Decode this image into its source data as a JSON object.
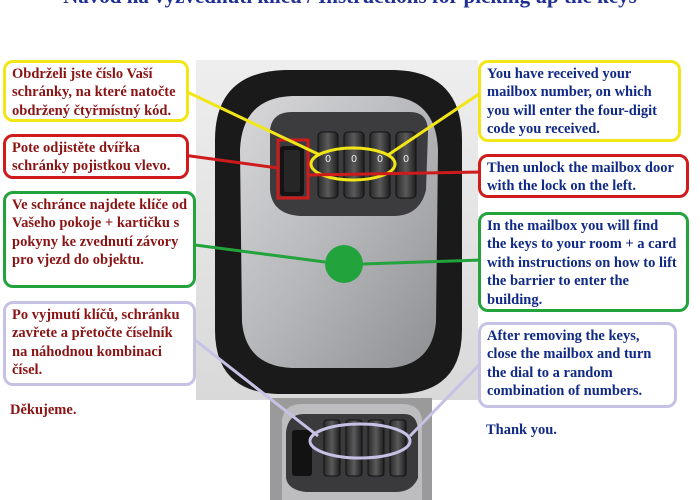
{
  "title": "Návod na vyzvednutí klíčů / Instructions for picking up the keys",
  "colors": {
    "title": "#1f2f8f",
    "czech_text": "#8a1414",
    "english_text": "#102a86",
    "yellow": "#f2e617",
    "red": "#cf1b1b",
    "green": "#22a33c",
    "lavender": "#c6c2e6"
  },
  "czech": {
    "step1": "Obdrželi jste číslo Vaší schránky, na které natočte obdržený čtyřmístný kód.",
    "step2": "Pote odjistěte dvířka schránky pojistkou vlevo.",
    "step3": "Ve schránce najdete klíče od Vašeho pokoje + kartičku s pokyny ke zvednutí závory pro vjezd do objektu.",
    "step4": "Po vyjmutí klíčů, schránku zavřete a přetočte číselník na náhodnou kombinaci čísel.",
    "thanks": "Děkujeme."
  },
  "english": {
    "step1": "You have received your mailbox number, on which you will enter the four-digit code you received.",
    "step2": "Then unlock the mailbox door with the lock on the left.",
    "step3": "In the mailbox you will find the keys to your room + a card with instructions on how to lift the barrier to enter the building.",
    "step4": "After removing the keys, close the mailbox and turn the dial to a random combination of numbers.",
    "thanks": "Thank you."
  },
  "photos": {
    "main": "key-lockbox-photo",
    "detail": "lockbox-dial-closeup-photo"
  }
}
